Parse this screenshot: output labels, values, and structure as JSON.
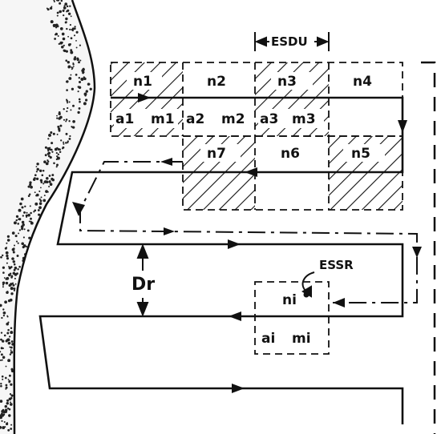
{
  "colors": {
    "ink": "#111111",
    "background": "#ffffff",
    "shoreline_dots": "#222222"
  },
  "cells": {
    "n1": {
      "label": "n1",
      "hatched": true
    },
    "n2": {
      "label": "n2",
      "hatched": false
    },
    "n3": {
      "label": "n3",
      "hatched": true
    },
    "n4": {
      "label": "n4",
      "hatched": false
    },
    "n5": {
      "label": "n5",
      "hatched": true
    },
    "n6": {
      "label": "n6",
      "hatched": false
    },
    "n7": {
      "label": "n7",
      "hatched": true
    },
    "ni": {
      "label": "ni",
      "hatched": false
    }
  },
  "sublabels": {
    "a1": "a1",
    "m1": "m1",
    "a2": "a2",
    "m2": "m2",
    "a3": "a3",
    "m3": "m3",
    "ai": "ai",
    "mi": "mi"
  },
  "annotations": {
    "esdu": "ESDU",
    "essr": "ESSR",
    "dr": "Dr"
  },
  "icons": [
    "shoreline-stipple",
    "flow-arrow",
    "dimension-arrow"
  ]
}
